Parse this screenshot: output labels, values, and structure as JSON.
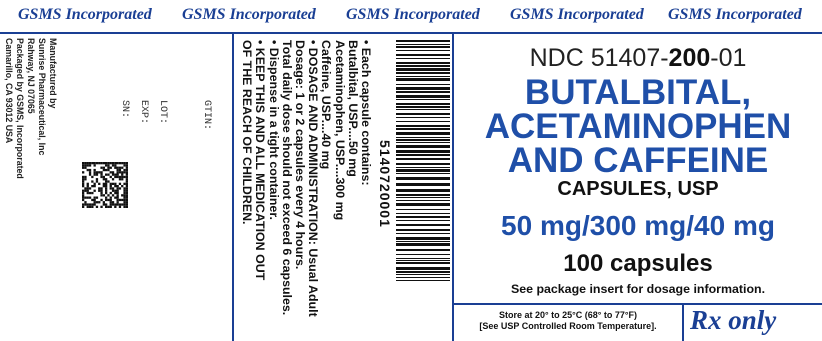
{
  "banner": {
    "text": [
      "GSMS Incorporated",
      "GSMS Incorporated",
      "GSMS Incorporated",
      "GSMS Incorporated",
      "GSMS Incorporated"
    ]
  },
  "manufacturer": {
    "lines": [
      "Manufactured by",
      "Sunrise Pharmaceutical, Inc",
      "Rahway, NJ 07065",
      "Packaged by GSMS, Incorporated",
      "Camarillo, CA 93012 USA"
    ]
  },
  "fields": {
    "lot": "LOT:",
    "exp": "EXP:",
    "sn": "SN:",
    "gtin": "GTIN:"
  },
  "info": {
    "lines": [
      "• Each capsule contains:",
      "Butalbital, USP....50 mg",
      "Acetaminophen, USP....300 mg",
      "Caffeine, USP....40 mg",
      "• DOSAGE AND ADMINISTRATION: Usual Adult",
      "Dosage: 1 or 2 capsules every 4 hours.",
      "Total daily dose should not exceed 6 capsules.",
      "• Dispense in a tight container.",
      "• KEEP THIS AND ALL MEDICATION OUT",
      "OF THE REACH OF CHILDREN."
    ]
  },
  "barcode": {
    "number": "5140720001"
  },
  "product": {
    "ndc_prefix": "NDC 51407-",
    "ndc_mid": "200",
    "ndc_suffix": "-01",
    "name_lines": [
      "BUTALBITAL,",
      "ACETAMINOPHEN",
      "AND CAFFEINE"
    ],
    "form": "CAPSULES, USP",
    "strength": "50 mg/300 mg/40 mg",
    "count": "100 capsules",
    "insert_note": "See package insert for dosage information."
  },
  "storage": {
    "line1": "Store at 20° to 25°C (68° to 77°F)",
    "line2": "[See USP Controlled Room Temperature]."
  },
  "rx": "Rx only",
  "colors": {
    "brand_blue": "#1a3f94",
    "product_blue": "#1f4fa8",
    "text": "#111111"
  }
}
